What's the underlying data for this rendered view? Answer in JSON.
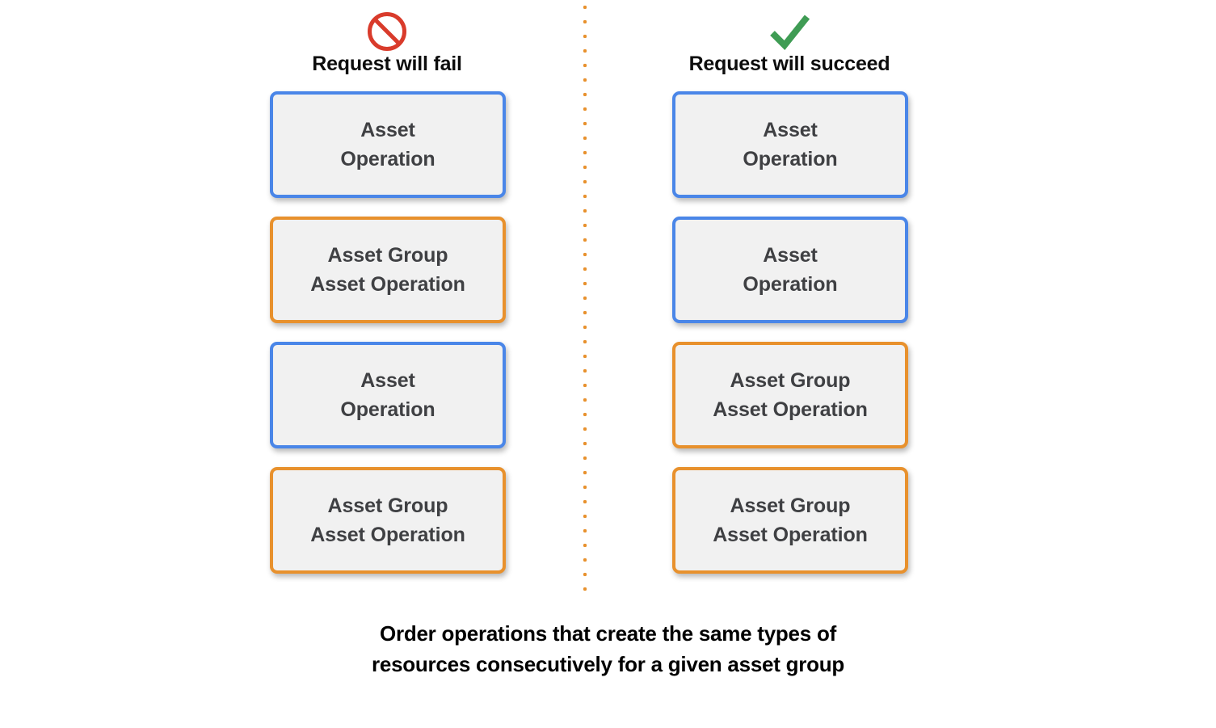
{
  "theme": {
    "background": "#ffffff",
    "box_fill": "#f1f1f1",
    "box_text": "#3f4043",
    "blue": "#4a86e8",
    "orange": "#e8912d",
    "red": "#d93b2b",
    "green": "#3f9c54",
    "divider": "#e8912d"
  },
  "columns": [
    {
      "id": "fail",
      "icon": "prohibition-icon",
      "title": "Request will fail",
      "boxes": [
        {
          "type": "blue",
          "label": "Asset\nOperation"
        },
        {
          "type": "orange",
          "label": "Asset Group\nAsset Operation"
        },
        {
          "type": "blue",
          "label": "Asset\nOperation"
        },
        {
          "type": "orange",
          "label": "Asset Group\nAsset Operation"
        }
      ]
    },
    {
      "id": "succeed",
      "icon": "check-icon",
      "title": "Request will succeed",
      "boxes": [
        {
          "type": "blue",
          "label": "Asset\nOperation"
        },
        {
          "type": "blue",
          "label": "Asset\nOperation"
        },
        {
          "type": "orange",
          "label": "Asset Group\nAsset Operation"
        },
        {
          "type": "orange",
          "label": "Asset Group\nAsset Operation"
        }
      ]
    }
  ],
  "caption": "Order operations that create the same types of\nresources consecutively for a given asset group"
}
